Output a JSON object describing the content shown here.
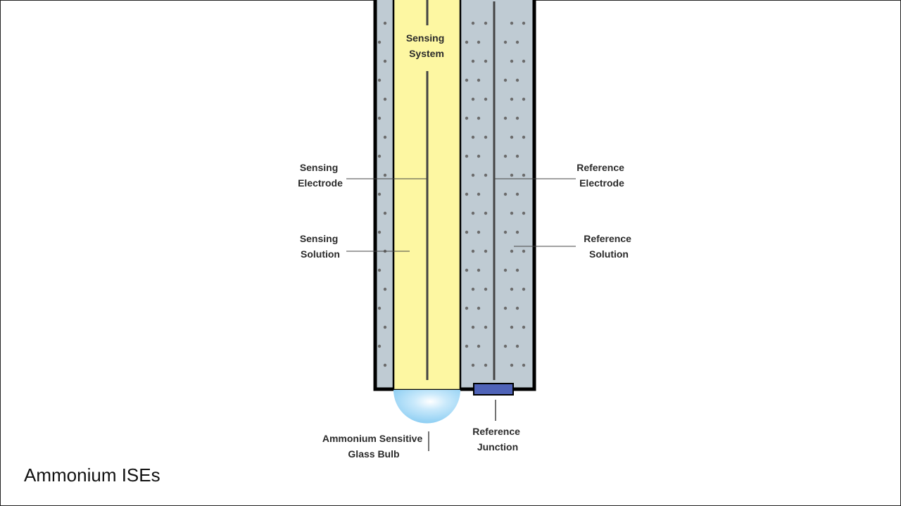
{
  "slide": {
    "title": "Ammonium ISEs"
  },
  "labels": {
    "sensing_system": [
      "Sensing",
      "System"
    ],
    "sensing_electrode": [
      "Sensing",
      "Electrode"
    ],
    "sensing_solution": [
      "Sensing",
      "Solution"
    ],
    "reference_electrode": [
      "Reference",
      "Electrode"
    ],
    "reference_solution": [
      "Reference",
      "Solution"
    ],
    "bulb": [
      "Ammonium Sensitive",
      "Glass Bulb"
    ],
    "reference_junction": [
      "Reference",
      "Junction"
    ]
  },
  "colors": {
    "sensing_fill": "#fdf7a2",
    "reference_fill": "#bfcbd3",
    "outline": "#000000",
    "junction": "#4f63b8",
    "bulb": "#86cbf2",
    "dot": "#6b6b6b",
    "leader": "#444444"
  }
}
